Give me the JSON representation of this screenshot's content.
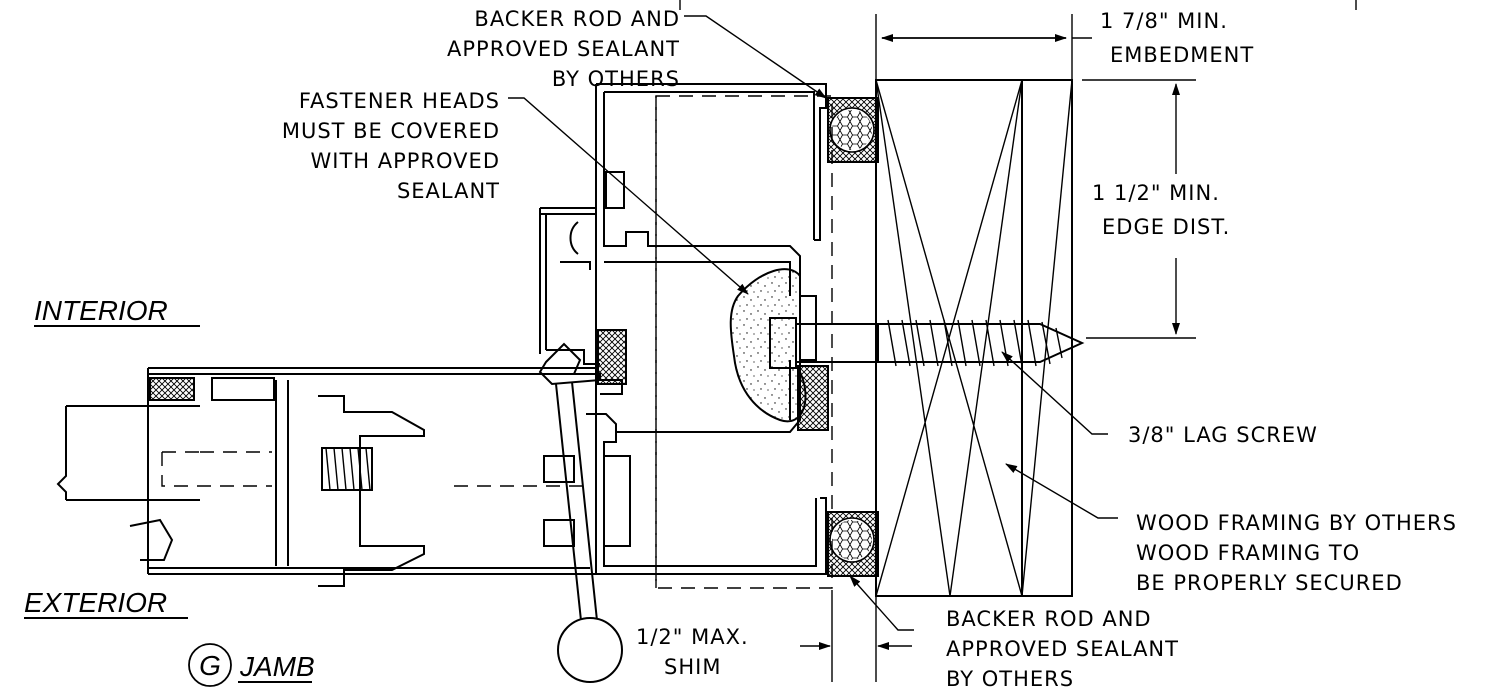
{
  "labels": {
    "backer_top": [
      "BACKER ROD AND",
      "APPROVED SEALANT",
      "BY OTHERS"
    ],
    "fastener": [
      "FASTENER HEADS",
      "MUST BE COVERED",
      "WITH APPROVED",
      "SEALANT"
    ],
    "embedment": [
      "1 7/8\" MIN.",
      "EMBEDMENT"
    ],
    "edge_dist": [
      "1 1/2\" MIN.",
      "EDGE DIST."
    ],
    "interior": "INTERIOR",
    "exterior": "EXTERIOR",
    "lag_screw": "3/8\" LAG SCREW",
    "wood_framing": [
      "WOOD FRAMING BY OTHERS",
      "WOOD FRAMING TO",
      "BE PROPERLY SECURED"
    ],
    "shim": [
      "1/2\" MAX.",
      "SHIM"
    ],
    "backer_bottom": [
      "BACKER ROD AND",
      "APPROVED SEALANT",
      "BY OTHERS"
    ],
    "detail_letter": "G",
    "detail_name": "JAMB"
  },
  "colors": {
    "line": "#000000",
    "background": "#ffffff"
  }
}
